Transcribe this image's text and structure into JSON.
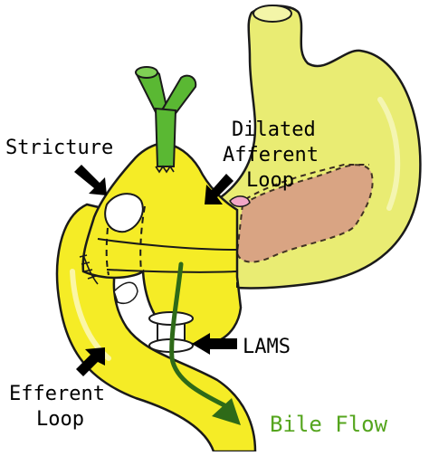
{
  "labels": {
    "stricture": "Stricture",
    "dilated_afferent_loop": [
      "Dilated",
      "Afferent",
      "Loop"
    ],
    "lams": "LAMS",
    "efferent_loop": [
      "Efferent",
      "Loop"
    ],
    "bile_flow": "Bile Flow"
  },
  "colors": {
    "stomach": "#e9ec73",
    "bowel": "#f5ec26",
    "bile_duct": "#5ab833",
    "pancreas": "#d9a184",
    "arrow_black": "#000000",
    "bile_arrow": "#2e6a18",
    "outline": "#1a1a1a"
  },
  "icons": {
    "pointer_arrows": "arrow-icon",
    "bile_flow_arrow": "curved-arrow-icon"
  }
}
